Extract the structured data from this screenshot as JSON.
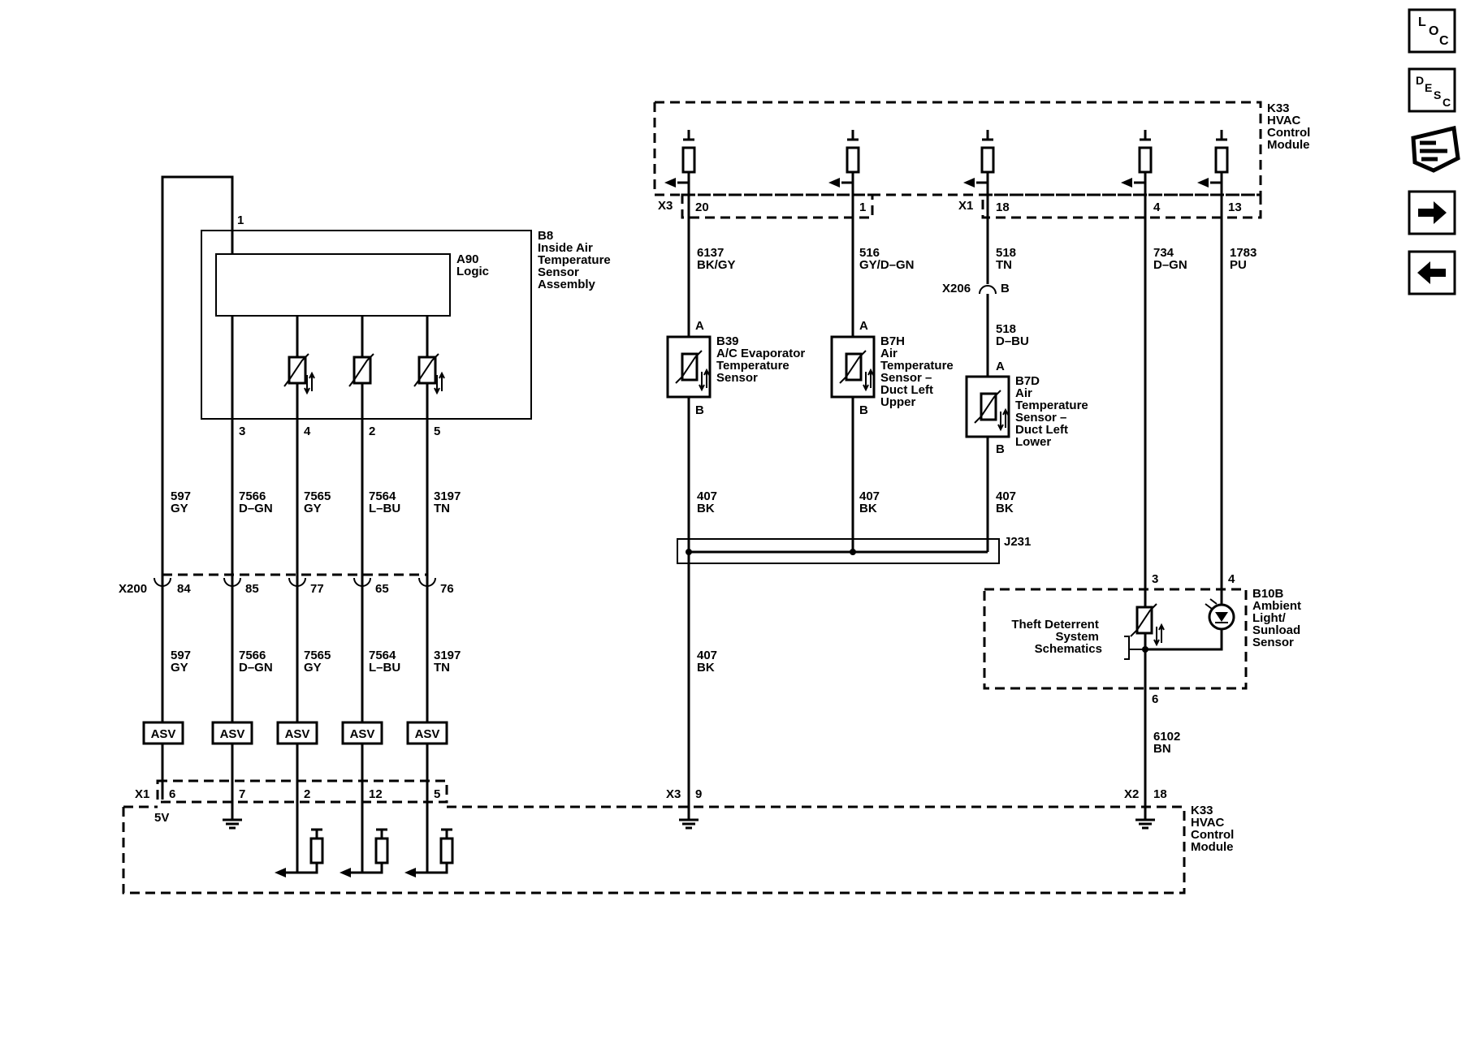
{
  "nav": {
    "loc": [
      "L",
      "O",
      "C"
    ],
    "desc": [
      "D",
      "E",
      "S",
      "C"
    ]
  },
  "components": {
    "b8": [
      "B8",
      "Inside Air",
      "Temperature",
      "Sensor",
      "Assembly"
    ],
    "a90": [
      "A90",
      "Logic"
    ],
    "k33_top": [
      "K33",
      "HVAC",
      "Control",
      "Module"
    ],
    "k33_bottom": [
      "K33",
      "HVAC",
      "Control",
      "Module"
    ],
    "b39": [
      "B39",
      "A/C Evaporator",
      "Temperature",
      "Sensor"
    ],
    "b7h": [
      "B7H",
      "Air",
      "Temperature",
      "Sensor –",
      "Duct Left",
      "Upper"
    ],
    "b7d": [
      "B7D",
      "Air",
      "Temperature",
      "Sensor –",
      "Duct Left",
      "Lower"
    ],
    "b10b": [
      "B10B",
      "Ambient",
      "Light/",
      "Sunload",
      "Sensor"
    ],
    "theft": [
      "Theft Deterrent",
      "System",
      "Schematics"
    ]
  },
  "connectors": {
    "x3_top": "X3",
    "x1_top": "X1",
    "x206": "X206",
    "x206_pin": "B",
    "x200": "X200",
    "j231": "J231",
    "x1_bottom": "X1",
    "x3_bottom": "X3",
    "x2_bottom": "X2",
    "five_v": "5V"
  },
  "pins": {
    "b8": [
      "1",
      "3",
      "4",
      "2",
      "5"
    ],
    "top": [
      "20",
      "1",
      "18",
      "4",
      "13"
    ],
    "x200": [
      "84",
      "85",
      "77",
      "65",
      "76"
    ],
    "x1_bottom": [
      "6",
      "7",
      "2",
      "12",
      "5"
    ],
    "x3_bottom": "9",
    "x2_bottom": "18",
    "b10b": [
      "3",
      "4",
      "6"
    ],
    "sensor_a": "A",
    "sensor_b": "B"
  },
  "wires": {
    "left_upper": [
      [
        "597",
        "GY"
      ],
      [
        "7566",
        "D–GN"
      ],
      [
        "7565",
        "GY"
      ],
      [
        "7564",
        "L–BU"
      ],
      [
        "3197",
        "TN"
      ]
    ],
    "left_lower": [
      [
        "597",
        "GY"
      ],
      [
        "7566",
        "D–GN"
      ],
      [
        "7565",
        "GY"
      ],
      [
        "7564",
        "L–BU"
      ],
      [
        "3197",
        "TN"
      ]
    ],
    "top": [
      [
        "6137",
        "BK/GY"
      ],
      [
        "516",
        "GY/D–GN"
      ],
      [
        "518",
        "TN"
      ],
      [
        "734",
        "D–GN"
      ],
      [
        "1783",
        "PU"
      ]
    ],
    "w518b": [
      "518",
      "D–BU"
    ],
    "w407": [
      [
        "407",
        "BK"
      ],
      [
        "407",
        "BK"
      ],
      [
        "407",
        "BK"
      ]
    ],
    "w407_lower": [
      "407",
      "BK"
    ],
    "w6102": [
      "6102",
      "BN"
    ]
  },
  "asv_label": "ASV"
}
